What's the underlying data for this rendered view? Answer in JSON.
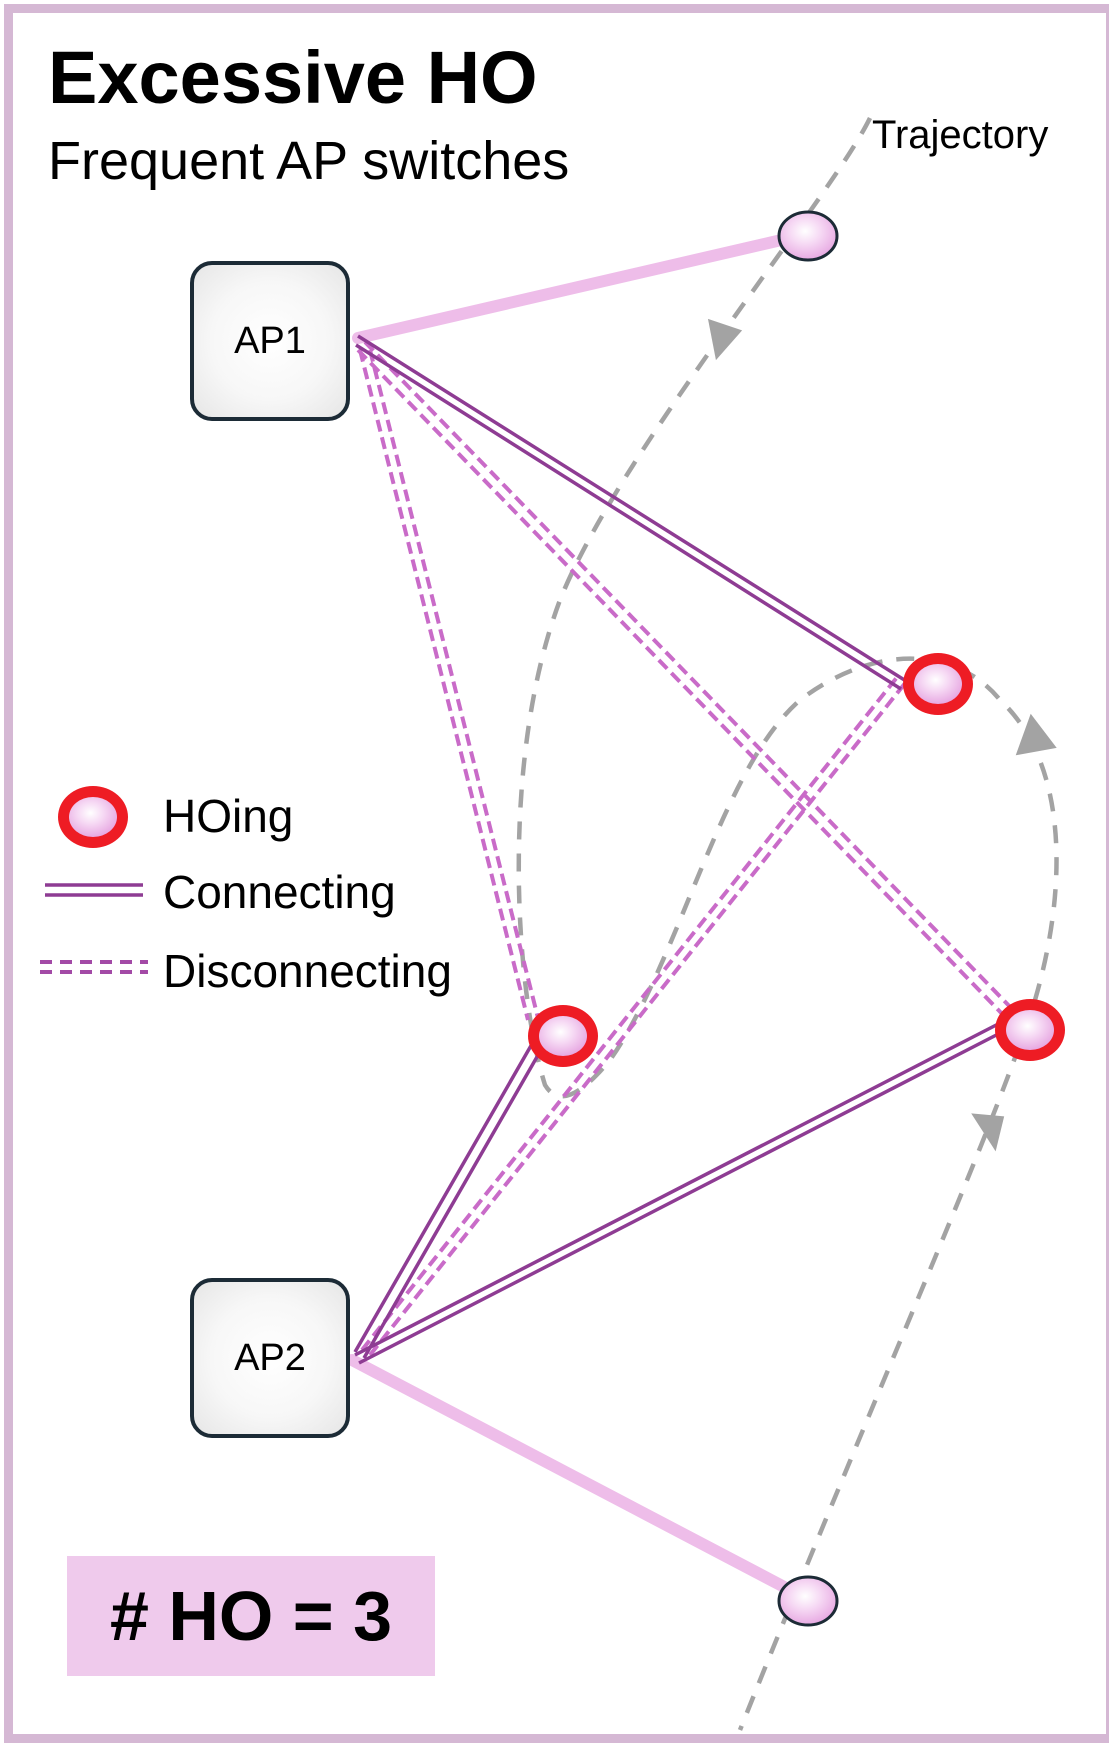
{
  "header": {
    "title": "Excessive HO",
    "subtitle": "Frequent AP switches"
  },
  "trajectory_label": "Trajectory",
  "access_points": [
    {
      "label": "AP1"
    },
    {
      "label": "AP2"
    }
  ],
  "legend": {
    "hoing": "HOing",
    "connecting": "Connecting",
    "disconnecting": "Disconnecting"
  },
  "ho_count": "# HO = 3",
  "colors": {
    "frame": "#d5b8d4",
    "hoing_ring": "#ee1c24",
    "node_fill": "#f0c3ee",
    "connecting_line": "#8e3c93",
    "disconnecting_line": "#c96bc8",
    "steady_link": "#eebde9",
    "trajectory": "#9a9a9a",
    "badge": "#efcaec"
  }
}
